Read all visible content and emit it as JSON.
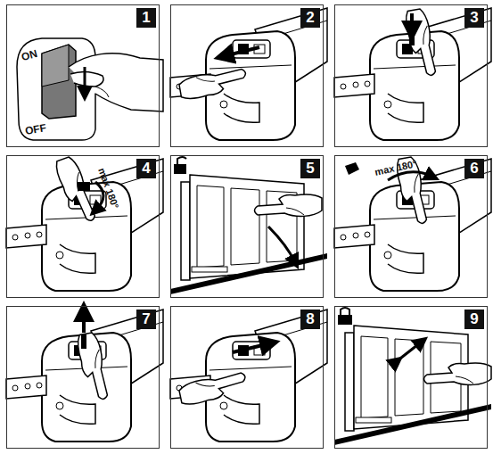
{
  "diagram": {
    "nodes": [
      {
        "text": [
          "1"
        ]
      },
      {
        "text": [
          "2"
        ]
      },
      {
        "text": [
          "3"
        ]
      },
      {
        "text": [
          "4"
        ]
      },
      {
        "text": [
          "5"
        ]
      },
      {
        "text": [
          "6"
        ]
      },
      {
        "text": [
          "7"
        ]
      },
      {
        "text": [
          "8"
        ]
      },
      {
        "text": [
          "9"
        ]
      }
    ],
    "labels": [
      "ON",
      "OFF",
      "max 180°",
      "max 180°"
    ]
  }
}
